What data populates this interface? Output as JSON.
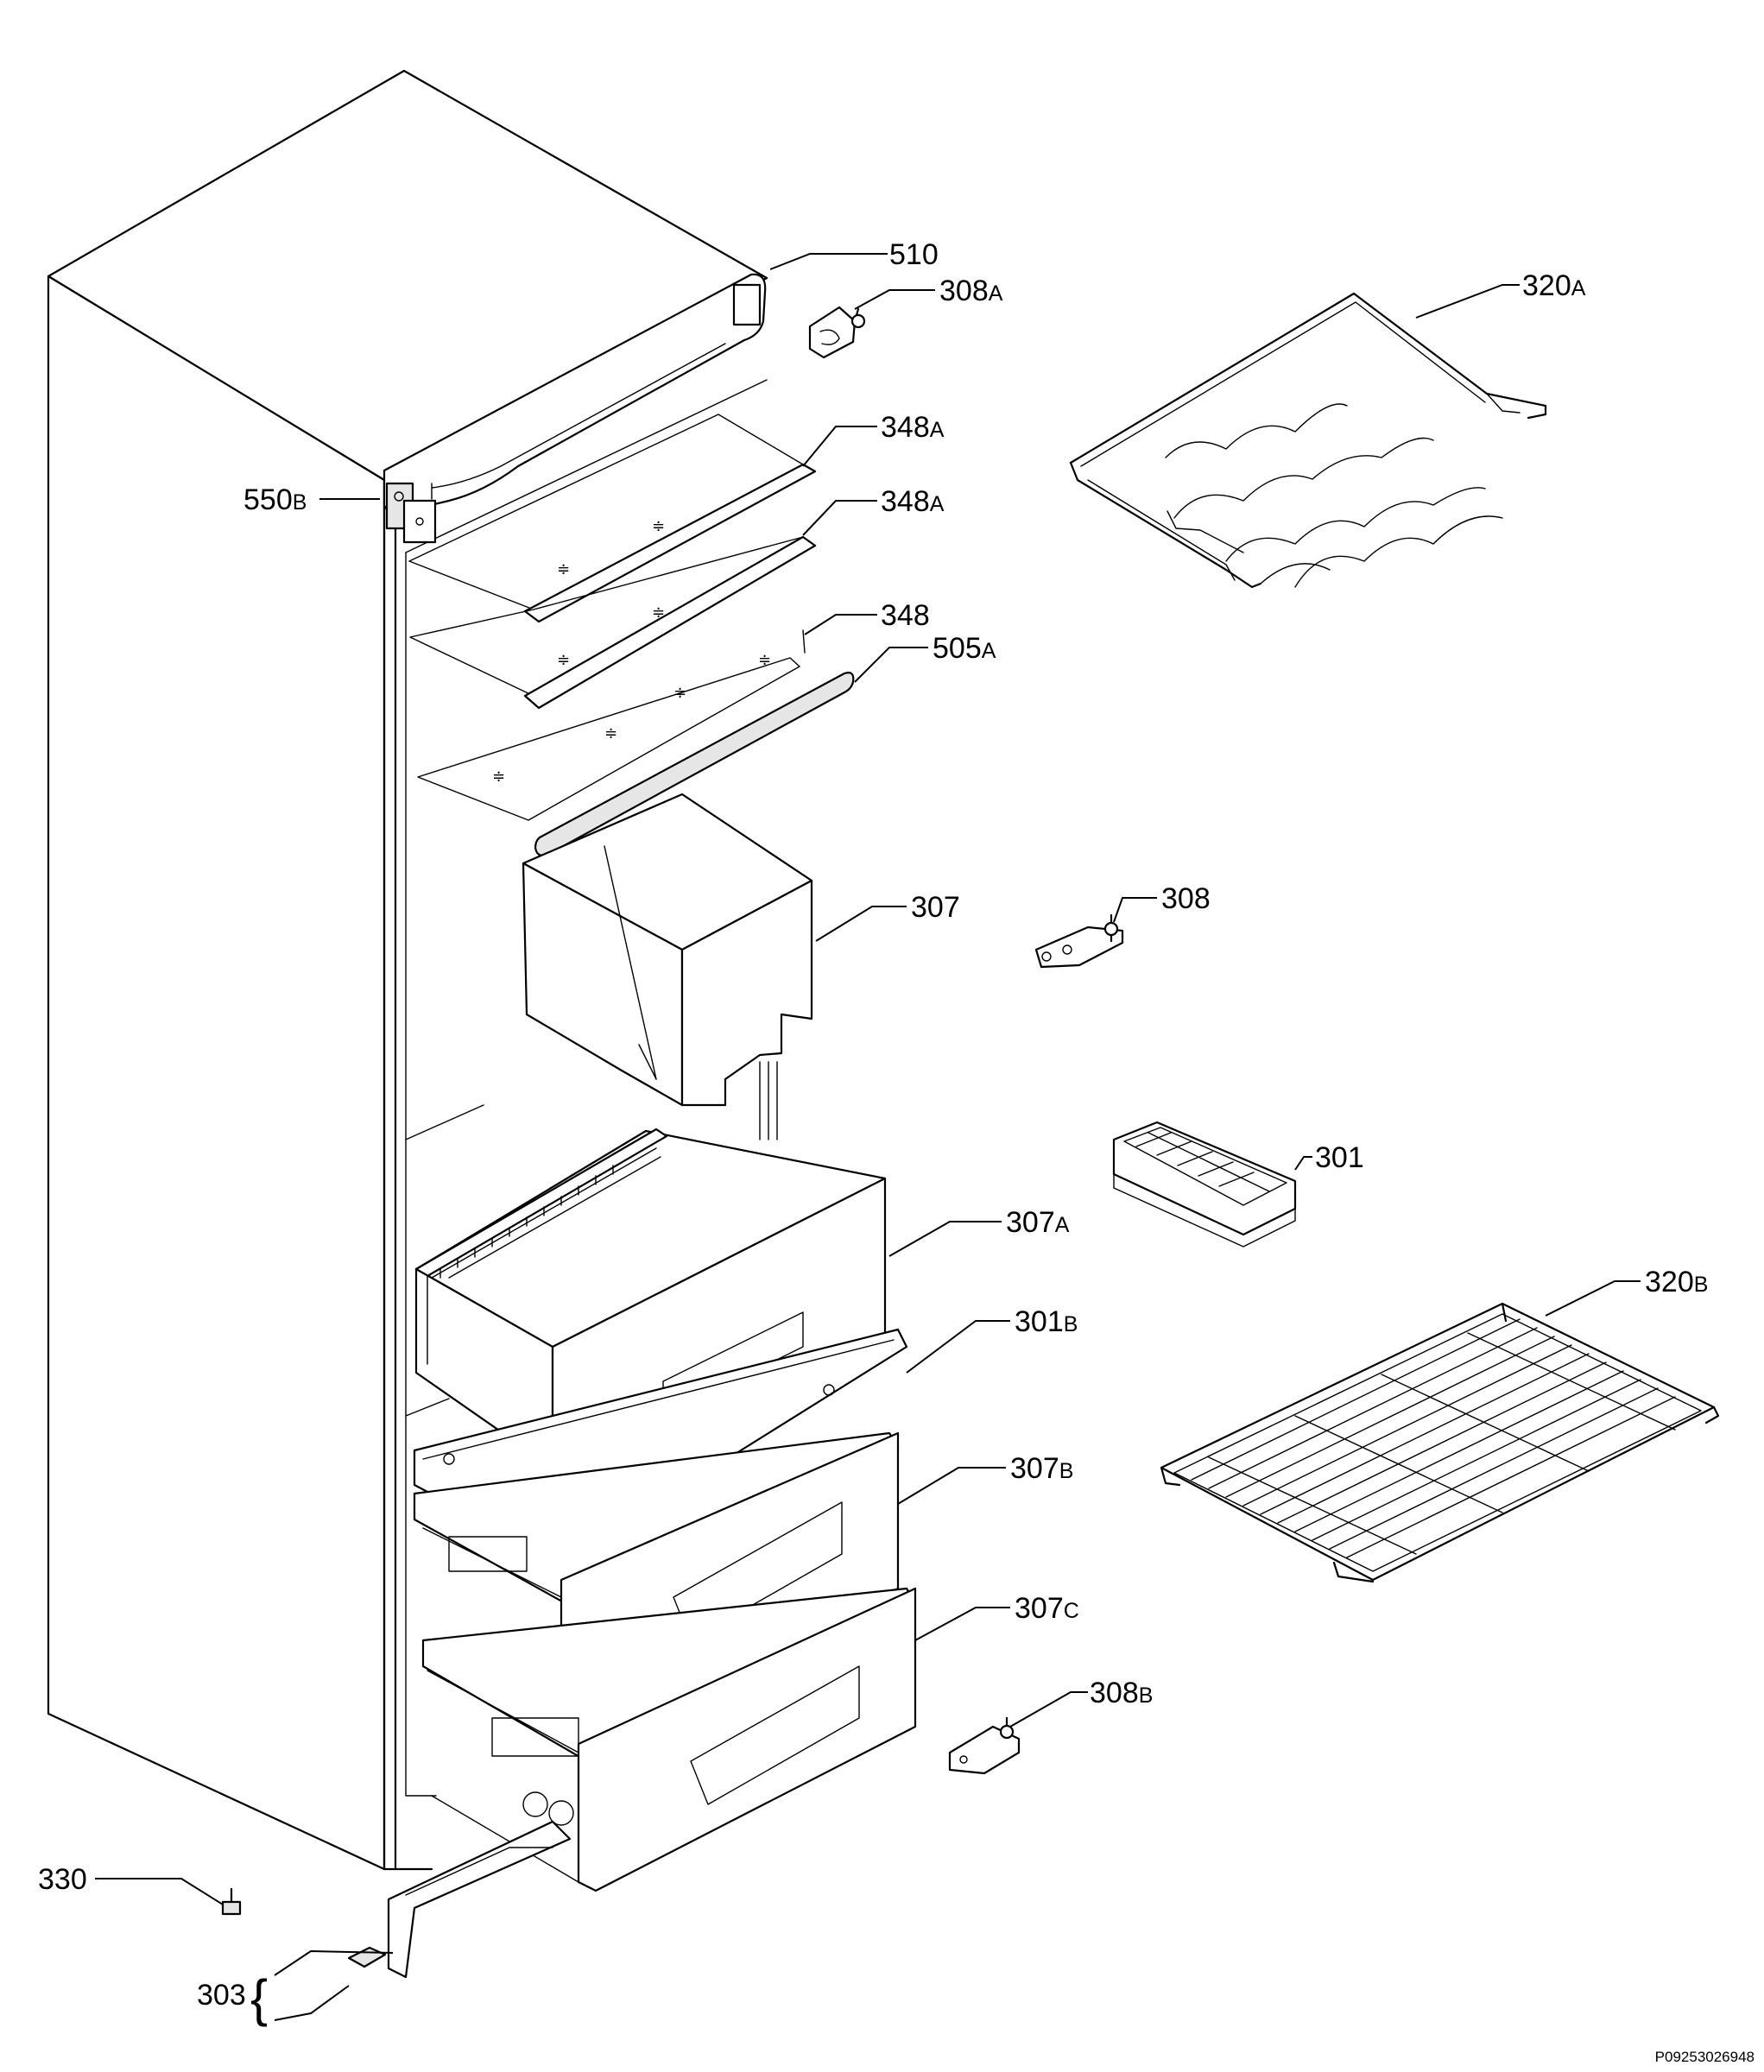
{
  "parts": {
    "p510": {
      "num": "510",
      "suffix": ""
    },
    "p308a": {
      "num": "308",
      "suffix": "A"
    },
    "p320a": {
      "num": "320",
      "suffix": "A"
    },
    "p348a_1": {
      "num": "348",
      "suffix": "A"
    },
    "p348a_2": {
      "num": "348",
      "suffix": "A"
    },
    "p550b": {
      "num": "550",
      "suffix": "B"
    },
    "p348": {
      "num": "348",
      "suffix": ""
    },
    "p505a": {
      "num": "505",
      "suffix": "A"
    },
    "p307": {
      "num": "307",
      "suffix": ""
    },
    "p308": {
      "num": "308",
      "suffix": ""
    },
    "p301": {
      "num": "301",
      "suffix": ""
    },
    "p307a": {
      "num": "307",
      "suffix": "A"
    },
    "p320b": {
      "num": "320",
      "suffix": "B"
    },
    "p301b": {
      "num": "301",
      "suffix": "B"
    },
    "p307b": {
      "num": "307",
      "suffix": "B"
    },
    "p307c": {
      "num": "307",
      "suffix": "C"
    },
    "p308b": {
      "num": "308",
      "suffix": "B"
    },
    "p330": {
      "num": "330",
      "suffix": ""
    },
    "p303": {
      "num": "303",
      "suffix": ""
    }
  },
  "bracket": "{",
  "document_code": "P09253026948"
}
